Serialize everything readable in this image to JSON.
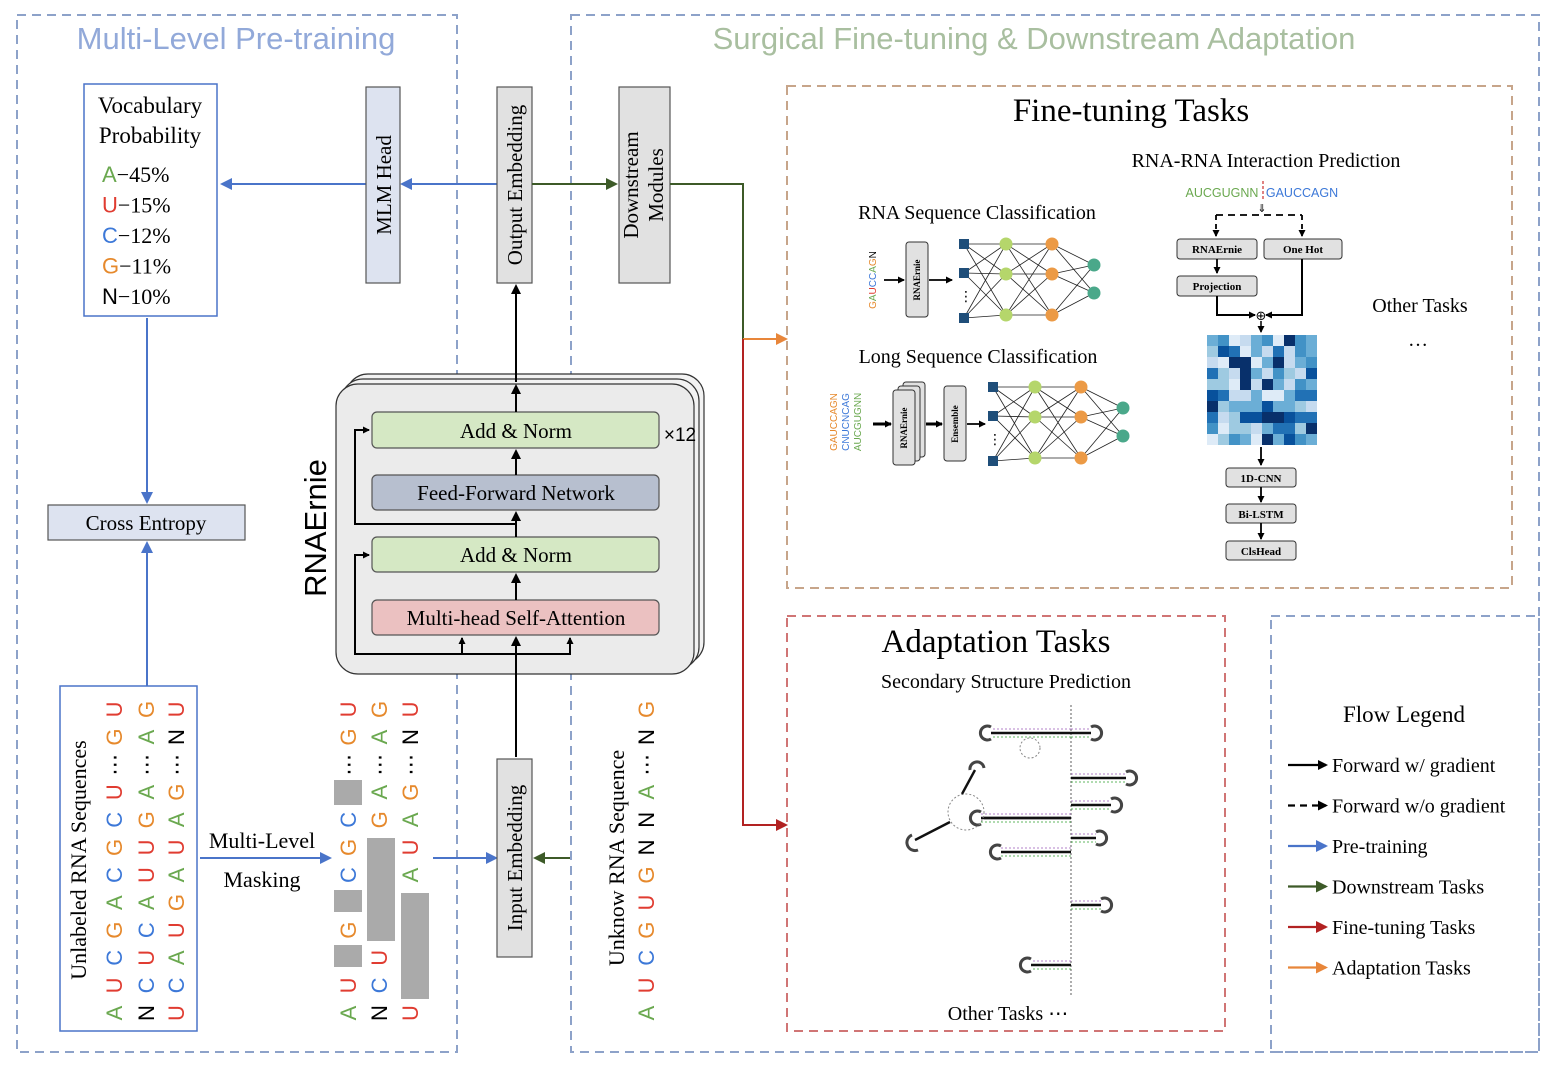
{
  "sections": {
    "pretraining_title": "Multi-Level Pre-training",
    "finetune_title": "Surgical Fine-tuning & Downstream Adaptation"
  },
  "vocab": {
    "title_line1": "Vocabulary",
    "title_line2": "Probability",
    "rows": [
      {
        "letter": "A",
        "value": "−45%",
        "color": "#6aa84f"
      },
      {
        "letter": "U",
        "value": "−15%",
        "color": "#e03c31"
      },
      {
        "letter": "C",
        "value": "−12%",
        "color": "#3c78d8"
      },
      {
        "letter": "G",
        "value": "−11%",
        "color": "#e6892c"
      },
      {
        "letter": "N",
        "value": "−10%",
        "color": "#000000"
      }
    ]
  },
  "boxes": {
    "mlm_head": "MLM Head",
    "output_embedding": "Output Embedding",
    "downstream_line1": "Downstream",
    "downstream_line2": "Modules",
    "cross_entropy": "Cross Entropy",
    "input_embedding": "Input Embedding",
    "model_name": "RNAErnie",
    "repeat": "×12",
    "add_norm_top": "Add & Norm",
    "ffn": "Feed-Forward Network",
    "add_norm_bottom": "Add & Norm",
    "mhsa": "Multi-head Self-Attention"
  },
  "sequences": {
    "unlabeled_label": "Unlabeled RNA Sequences",
    "masking_line1": "Multi-Level",
    "masking_line2": "Masking",
    "unknown_label": "Unknow RNA Sequence",
    "columns": [
      [
        "A",
        "U",
        "C",
        "G",
        "A",
        "C",
        "G",
        "C",
        "U",
        "⋯",
        "G",
        "U"
      ],
      [
        "N",
        "C",
        "U",
        "C",
        "A",
        "U",
        "U",
        "G",
        "A",
        "⋯",
        "A",
        "G"
      ],
      [
        "U",
        "C",
        "A",
        "U",
        "G",
        "A",
        "U",
        "A",
        "G",
        "⋯",
        "N",
        "U"
      ]
    ],
    "masked_columns": [
      [
        "A",
        "U",
        "",
        "G",
        "",
        "C",
        "G",
        "C",
        "",
        "⋯",
        "G",
        "U"
      ],
      [
        "N",
        "C",
        "U",
        "",
        "",
        "",
        "",
        "G",
        "A",
        "⋯",
        "A",
        "G"
      ],
      [
        "U",
        "",
        "",
        "",
        "",
        "A",
        "U",
        "A",
        "G",
        "⋯",
        "N",
        "U"
      ]
    ],
    "unknown_column": [
      "A",
      "U",
      "C",
      "G",
      "U",
      "G",
      "N",
      "N",
      "A",
      "⋯",
      "N",
      "G"
    ]
  },
  "finetune": {
    "title": "Fine-tuning Tasks",
    "rna_seq_cls": "RNA Sequence Classification",
    "long_seq_cls": "Long Sequence Classification",
    "rri": "RNA-RNA Interaction Prediction",
    "rri_seq_left": "AUCGUGNN",
    "rri_seq_right": "GAUCCAGN",
    "rnaernie_small": "RNAErnie",
    "one_hot": "One Hot",
    "projection": "Projection",
    "cnn": "1D-CNN",
    "bilstm": "Bi-LSTM",
    "clshead": "ClsHead",
    "ensemble": "Ensemble",
    "other_tasks": "Other Tasks",
    "ellipsis": "…",
    "seq_single": "GAUCCAGN",
    "seq_multi": [
      "GAUCCAGN",
      "CNUCNCAG",
      "AUCGUGNN"
    ]
  },
  "adaptation": {
    "title": "Adaptation Tasks",
    "ssp": "Secondary Structure Prediction",
    "other_tasks": "Other Tasks ⋯"
  },
  "legend": {
    "title": "Flow Legend",
    "items": [
      {
        "label": "Forward w/ gradient",
        "color": "#000000",
        "dashed": false
      },
      {
        "label": "Forward w/o gradient",
        "color": "#000000",
        "dashed": true
      },
      {
        "label": "Pre-training",
        "color": "#4a74c9",
        "dashed": false
      },
      {
        "label": "Downstream Tasks",
        "color": "#3d5a28",
        "dashed": false
      },
      {
        "label": "Fine-tuning Tasks",
        "color": "#b22222",
        "dashed": false
      },
      {
        "label": "Adaptation Tasks",
        "color": "#e8863a",
        "dashed": false
      }
    ]
  },
  "colors": {
    "blue_arrow": "#4a74c9",
    "green_arrow": "#3d5a28",
    "red_arrow": "#b22222",
    "orange_arrow": "#e8863a",
    "green_box": "#d5e8c4",
    "gray_box": "#b7bfcf",
    "pink_box": "#ebc1c1",
    "light_box": "#dde3f0"
  }
}
